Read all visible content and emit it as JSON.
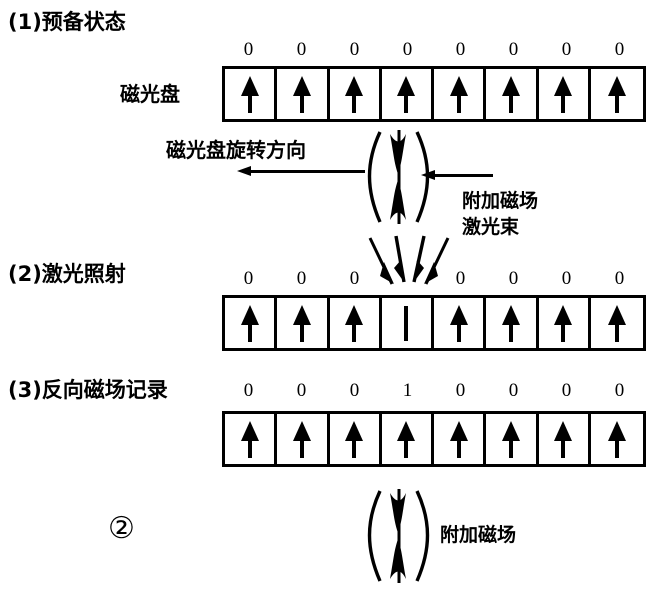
{
  "figure": {
    "figure_number": "②",
    "background": "#ffffff",
    "ink": "#000000"
  },
  "steps": [
    {
      "id": "step-1",
      "title": "(1)预备状态",
      "disk_label": "磁光盘",
      "bits": [
        "0",
        "0",
        "0",
        "0",
        "0",
        "0",
        "0",
        "0"
      ],
      "cells": [
        "up",
        "up",
        "up",
        "up",
        "up",
        "up",
        "up",
        "up"
      ]
    },
    {
      "id": "step-2",
      "title": "(2)激光照射",
      "bits": [
        "0",
        "0",
        "0",
        "",
        "0",
        "0",
        "0",
        "0"
      ],
      "cells": [
        "up",
        "up",
        "up",
        "bar",
        "up",
        "up",
        "up",
        "up"
      ]
    },
    {
      "id": "step-3",
      "title": "(3)反向磁场记录",
      "bits": [
        "0",
        "0",
        "0",
        "1",
        "0",
        "0",
        "0",
        "0"
      ],
      "cells": [
        "up",
        "up",
        "up",
        "up",
        "up",
        "up",
        "up",
        "up"
      ]
    }
  ],
  "annotations": {
    "rotation_direction": "磁光盘旋转方向",
    "additional_field_top": "附加磁场",
    "laser_beam": "激光束",
    "additional_field_bottom": "附加磁场"
  },
  "icons": {
    "rotation_arrow": "left-arrow-icon",
    "field_arrow": "left-arrow-icon",
    "magnetic_field_top": "magnetic-field-lines-icon",
    "magnetic_field_bottom": "magnetic-field-lines-icon",
    "laser_rays": "laser-beam-rays-icon"
  }
}
